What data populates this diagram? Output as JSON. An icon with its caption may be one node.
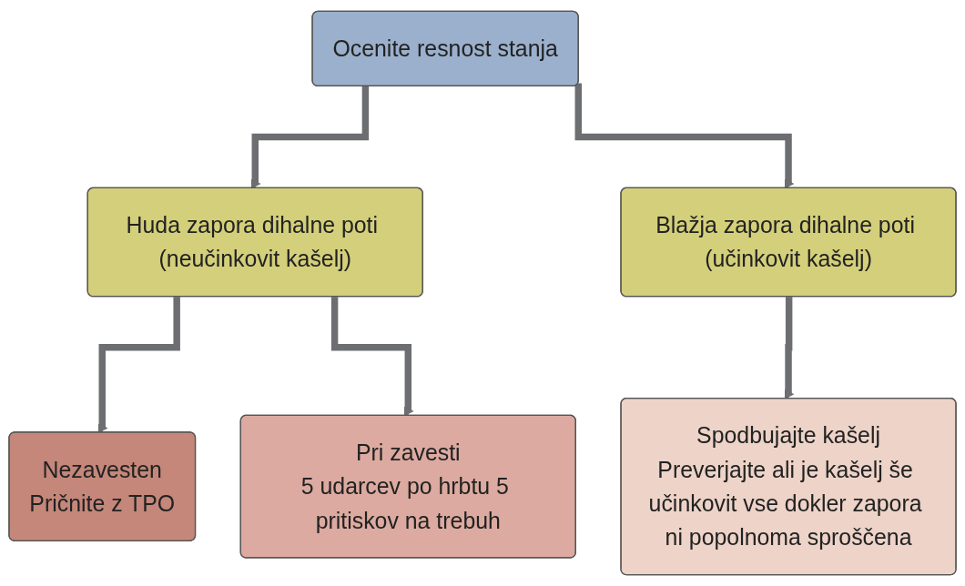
{
  "diagram": {
    "nodes": [
      {
        "text": [
          "Ocenite resnost stanja"
        ]
      },
      {
        "text": [
          "Huda zapora dihalne poti (neučinkovit kašelj)"
        ]
      },
      {
        "text": [
          "Blažja zapora dihalne poti (učinkovit kašelj)"
        ]
      },
      {
        "text": [
          "Nezavesten",
          "Pričnite z TPO"
        ]
      },
      {
        "text": [
          "Pri zavesti",
          "5 udarcev po hrbtu 5 pritiskov na trebuh"
        ]
      },
      {
        "text": [
          "Spodbujajte kašelj",
          "Preverjajte ali je kašelj še učinkovit vse dokler zapora ni popolnoma sproščena"
        ]
      }
    ],
    "edges": [
      {
        "from": 0,
        "to": 1,
        "arrow": "to"
      },
      {
        "from": 0,
        "to": 2,
        "arrow": "to"
      },
      {
        "from": 1,
        "to": 3,
        "arrow": "to"
      },
      {
        "from": 1,
        "to": 4,
        "arrow": "to"
      },
      {
        "from": 2,
        "to": 5,
        "arrow": "to"
      }
    ]
  }
}
